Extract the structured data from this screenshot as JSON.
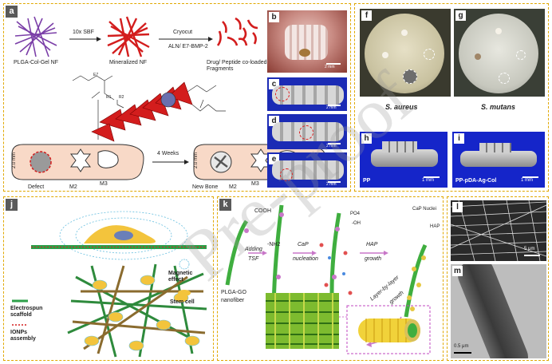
{
  "panel_a": {
    "tag": "a",
    "step1_label": "10x SBF",
    "step2_label": "Cryocut",
    "fiber1_label": "PLGA-Col-Gel NF",
    "fiber2_label": "Mineralized NF",
    "drug_label": "ALN/ E7-BMP-2",
    "fragments_label": "Drug/ Peptide co-loaded NF Fragments",
    "weeks_label": "4 Weeks",
    "defect_label": "Defect",
    "newbone_label": "New Bone",
    "m2_label": "M2",
    "m3_label": "M3",
    "dim_label": "2.0 mm",
    "e7_label": "E7",
    "r1_label": "R1",
    "r2_label": "R2"
  },
  "panel_b": {
    "tag": "b",
    "scale": "2 mm"
  },
  "panel_c": {
    "tag": "c",
    "scale": "2 mm"
  },
  "panel_d": {
    "tag": "d",
    "scale": "2 mm"
  },
  "panel_e": {
    "tag": "e",
    "scale": "2 mm"
  },
  "panel_f": {
    "tag": "f",
    "caption": "S. aureus"
  },
  "panel_g": {
    "tag": "g",
    "caption": "S. mutans"
  },
  "panel_h": {
    "tag": "h",
    "label": "PP",
    "scale": "1 mm"
  },
  "panel_i": {
    "tag": "i",
    "label": "PP-pDA-Ag-Col",
    "scale": "1 mm"
  },
  "panel_j": {
    "tag": "j",
    "legend1": "Electrospun scaffold",
    "legend2": "IONPs assembly",
    "legend3": "Magnetic effect",
    "legend4": "Stem cell"
  },
  "panel_k": {
    "tag": "k",
    "cooh": "COOH",
    "nh2": "-NH2",
    "adding": "Adding",
    "tsf": "TSF",
    "cap": "CaP",
    "nucleation": "nucleation",
    "po4": "PO4",
    "oh": "-OH",
    "hap_growth1": "HAP",
    "hap_growth2": "growth",
    "cap_nuclei": "CaP Nuclei",
    "hap": "HAP",
    "layer1": "Layer-by-layer",
    "layer2": "growth",
    "plga1": "PLGA-GO",
    "plga2": "nanofiber"
  },
  "panel_l": {
    "tag": "l",
    "scale": "5 μm"
  },
  "panel_m": {
    "tag": "m",
    "scale": "0.5 μm"
  },
  "watermark": "Pre-proof"
}
